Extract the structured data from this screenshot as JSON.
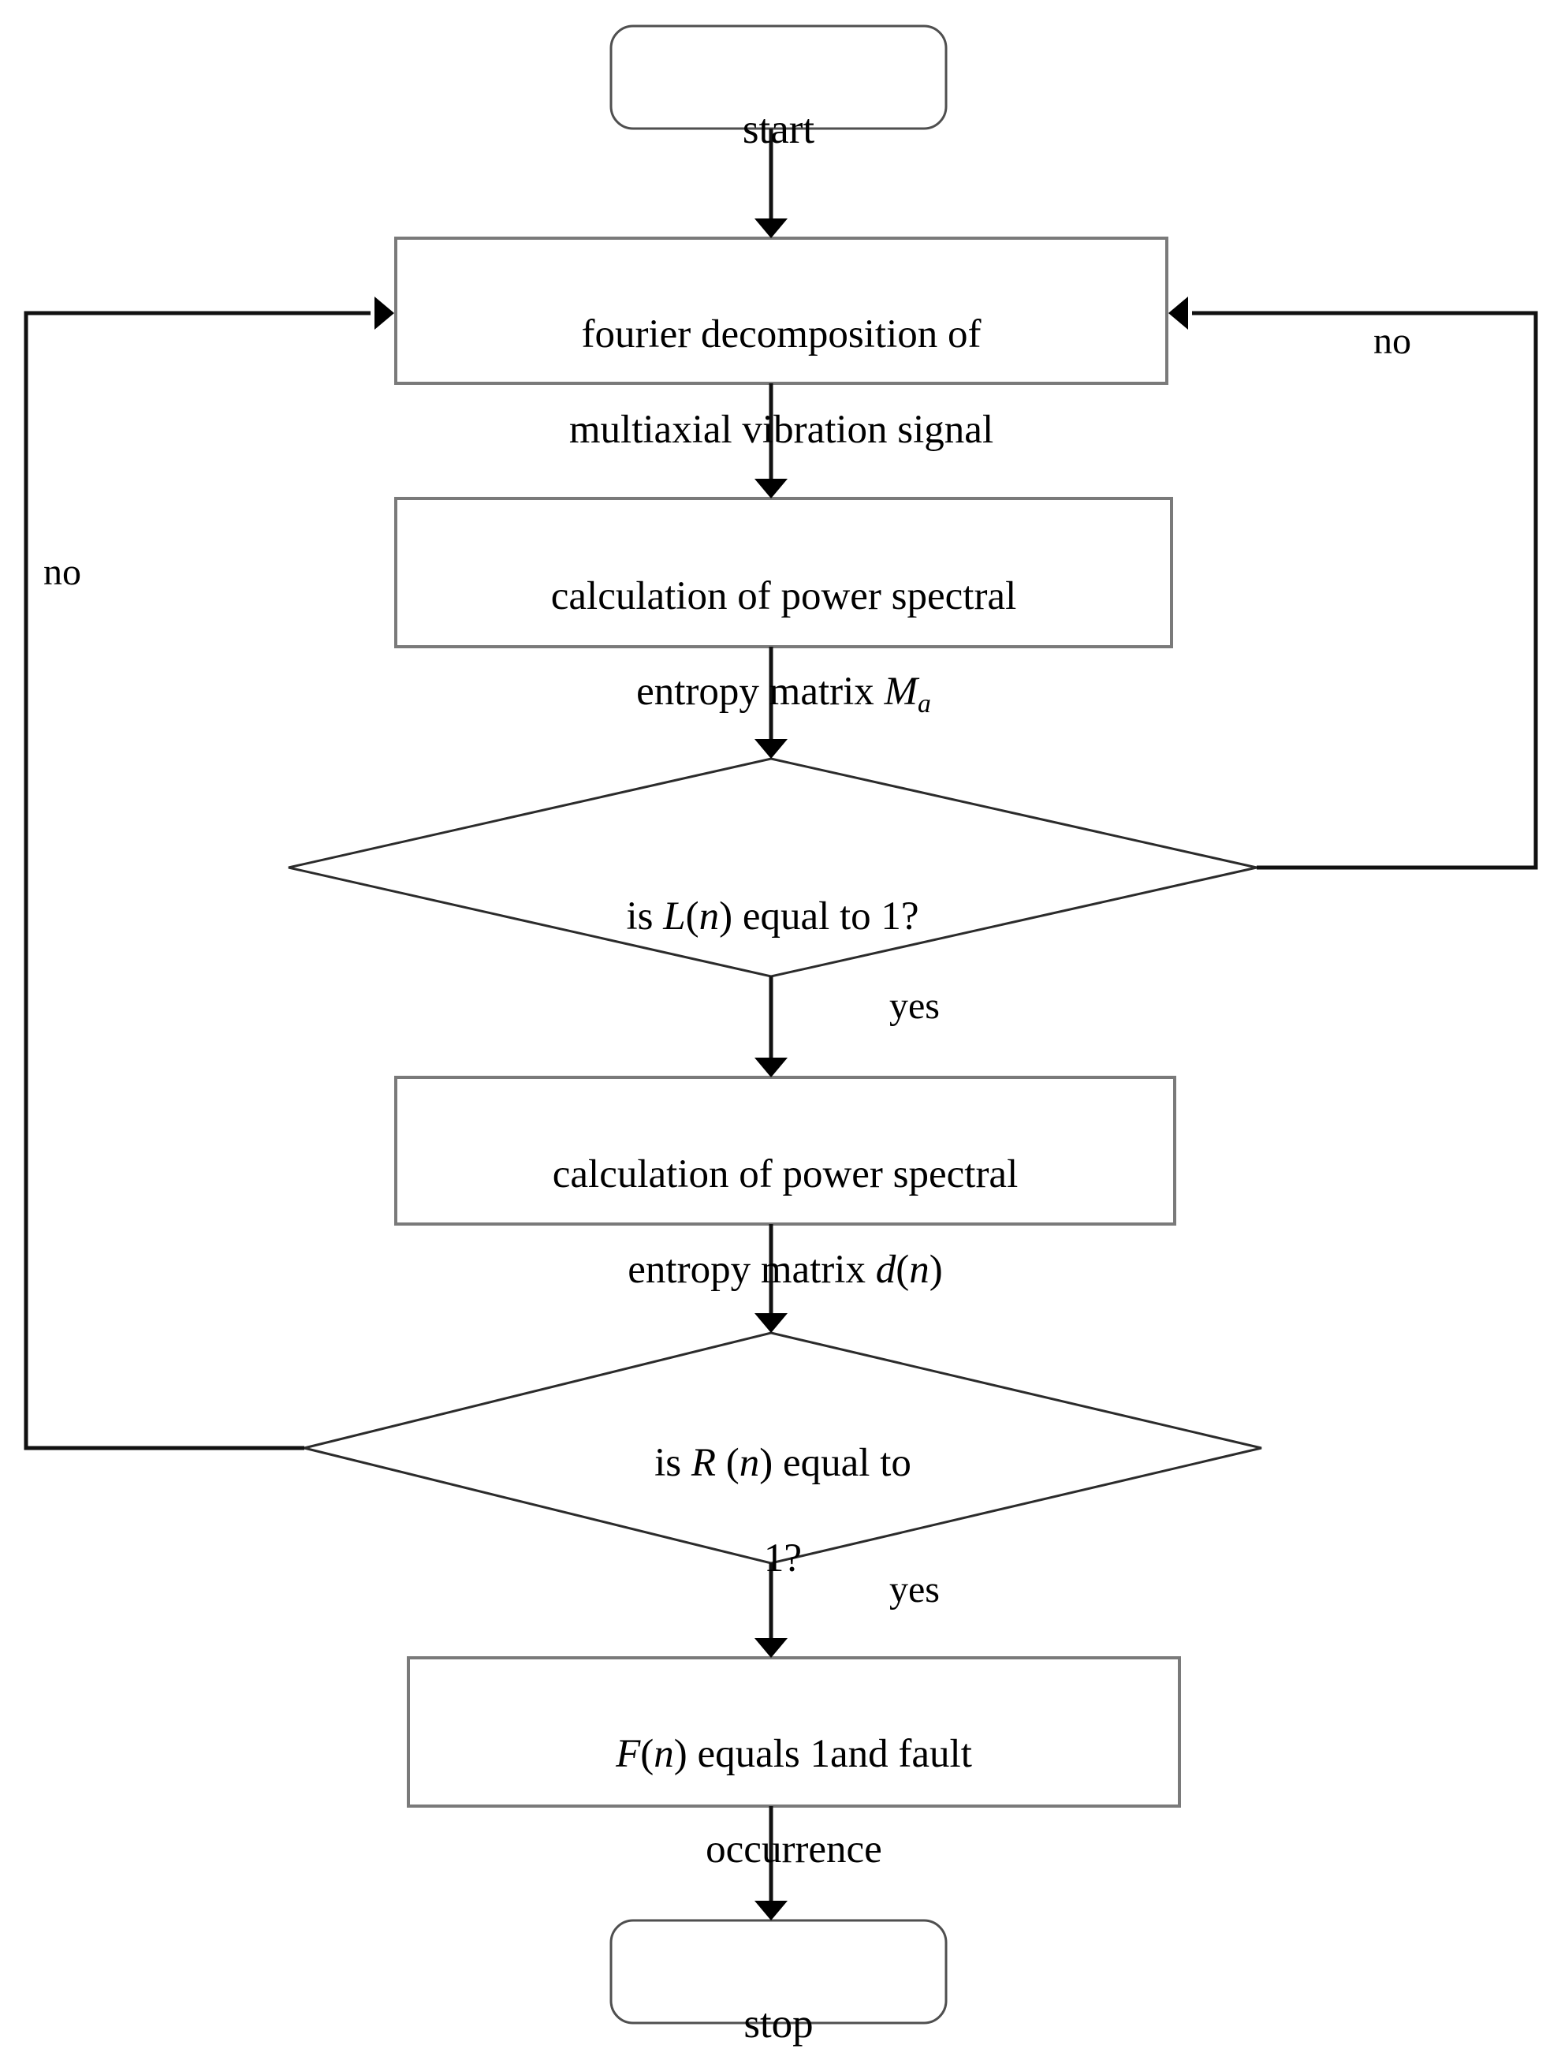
{
  "diagram": {
    "title": "fault detection flowchart",
    "type": "flowchart",
    "background_color": "#ffffff",
    "line_color": "#111111",
    "box_stroke_color": "#7a7a7a",
    "terminator_stroke_color": "#4f4f4f",
    "diamond_stroke_color": "#2b2b2b",
    "text_color": "#000000"
  },
  "nodes": {
    "start": {
      "shape": "rounded-rectangle",
      "label": "start"
    },
    "fourier": {
      "shape": "rectangle",
      "line1": "fourier decomposition of",
      "line2": "multiaxial vibration signal"
    },
    "pse_matrix_ma": {
      "shape": "rectangle",
      "line1": "calculation of power spectral",
      "line2_prefix": "entropy matrix ",
      "line2_symbol": "M",
      "line2_subscript": "a"
    },
    "decision_l": {
      "shape": "diamond",
      "prefix": "is ",
      "symbol": "L",
      "arg_open": "(",
      "arg": "n",
      "arg_close": ")",
      "suffix": " equal to 1?"
    },
    "pse_matrix_dn": {
      "shape": "rectangle",
      "line1": "calculation of power spectral",
      "line2_prefix": "entropy matrix ",
      "line2_symbol": "d",
      "line2_arg_open": "(",
      "line2_arg": "n",
      "line2_arg_close": ")"
    },
    "decision_r": {
      "shape": "diamond",
      "prefix": "is ",
      "symbol": "R",
      "arg_open": " (",
      "arg": "n",
      "arg_close": ")",
      "suffix": " equal to",
      "line2": "1?"
    },
    "fault": {
      "shape": "rectangle",
      "symbol": "F",
      "arg_open": "(",
      "arg": "n",
      "arg_close": ")",
      "line1_suffix": " equals 1and fault",
      "line2": "occurrence"
    },
    "stop": {
      "shape": "rounded-rectangle",
      "label": "stop"
    }
  },
  "edges": {
    "start_to_fourier": {
      "label": ""
    },
    "fourier_to_ma": {
      "label": ""
    },
    "ma_to_decision_l": {
      "label": ""
    },
    "decision_l_no": {
      "label": "no",
      "direction": "right-loop-to-fourier"
    },
    "decision_l_yes": {
      "label": "yes",
      "direction": "down"
    },
    "dn_to_decision_r": {
      "label": ""
    },
    "decision_r_no": {
      "label": "no",
      "direction": "left-loop-to-fourier"
    },
    "decision_r_yes": {
      "label": "yes",
      "direction": "down"
    },
    "fault_to_stop": {
      "label": ""
    }
  }
}
